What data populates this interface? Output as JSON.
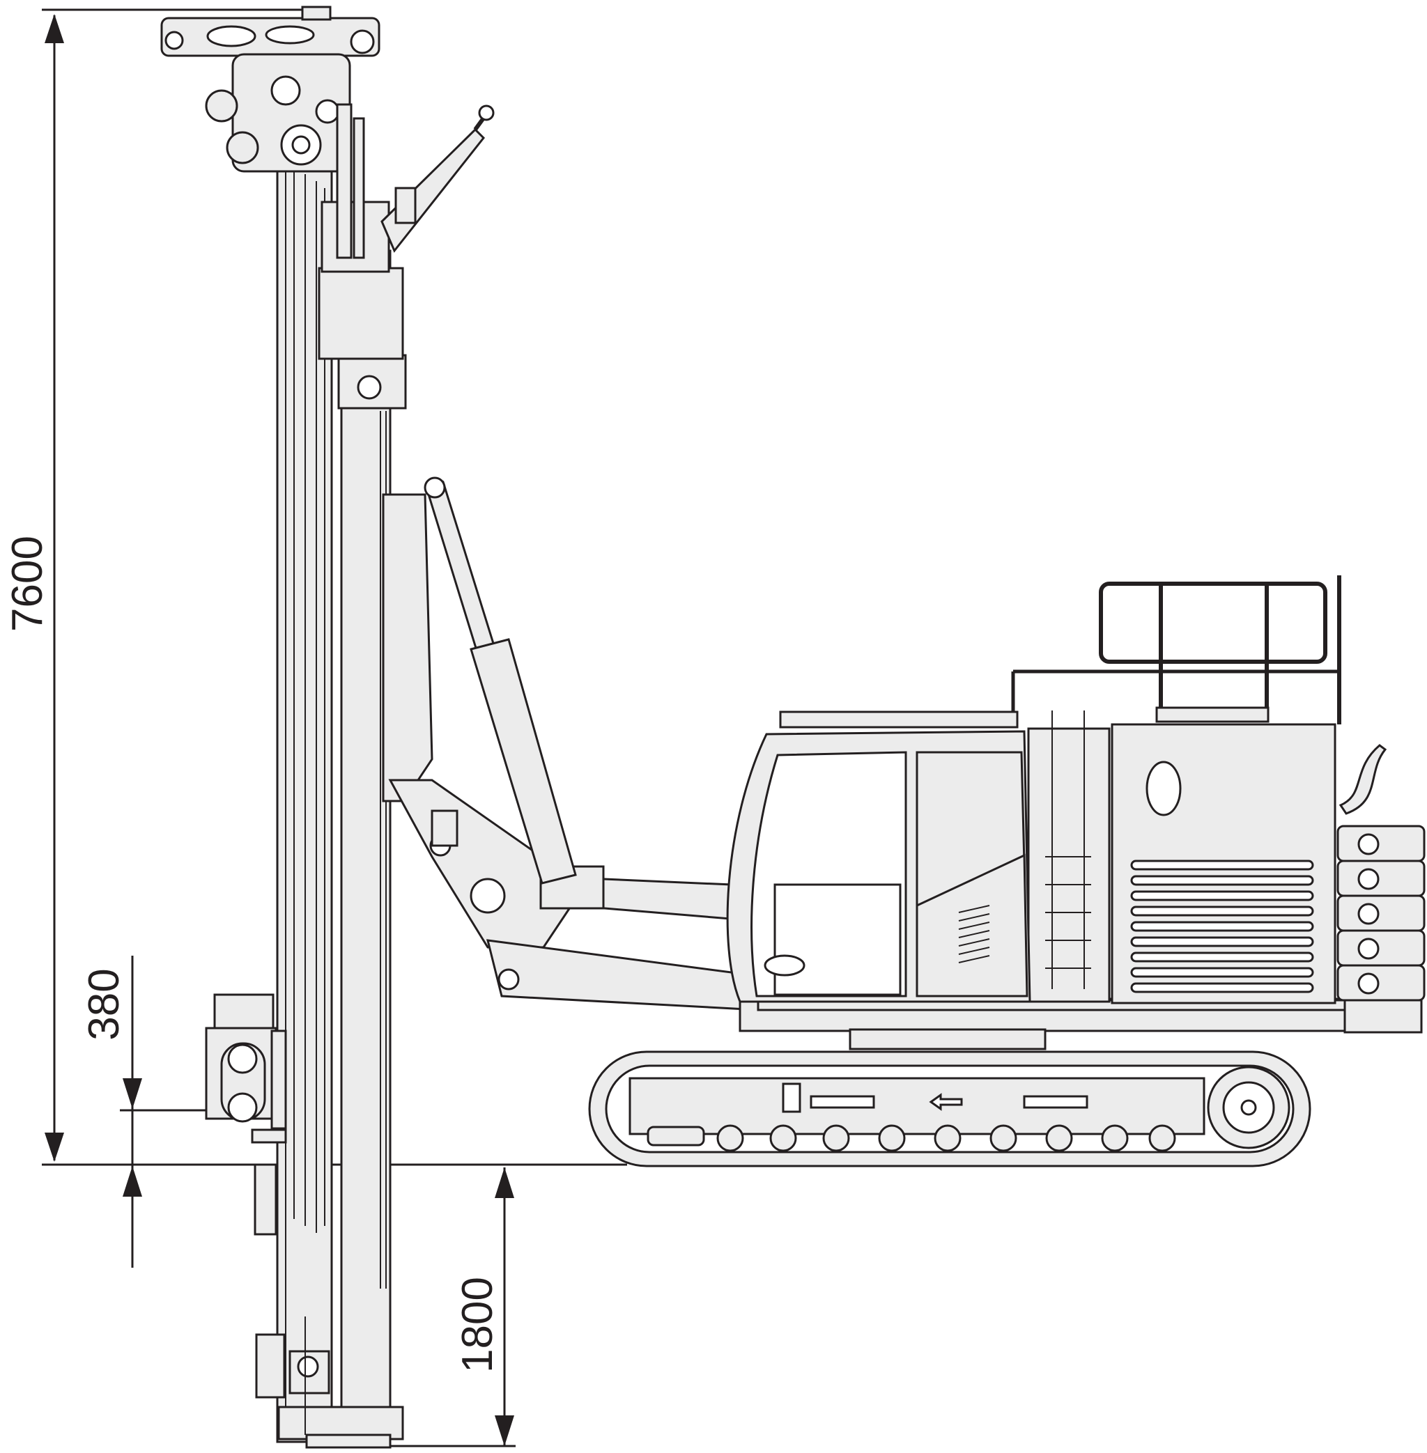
{
  "drawing": {
    "dimensions": {
      "overall_height": "7600",
      "clearance_above_ground": "380",
      "depth_below_ground": "1800"
    },
    "colors": {
      "line": "#231f20",
      "fill": "#ececec",
      "background": "#ffffff"
    }
  }
}
